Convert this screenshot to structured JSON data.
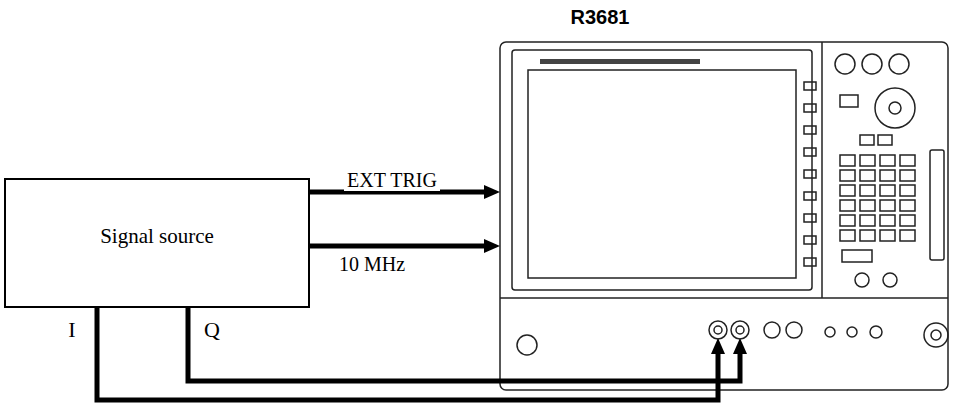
{
  "diagram": {
    "nodes": [
      {
        "text": [
          "Signal source"
        ]
      },
      {
        "text": [
          "R3681"
        ]
      }
    ],
    "edges": [
      {
        "from": 0,
        "to": 1,
        "label": "EXT TRIG",
        "arrow": "to"
      },
      {
        "from": 0,
        "to": 1,
        "label": "10 MHz",
        "arrow": "to"
      },
      {
        "from": 0,
        "to": 1,
        "label": "I",
        "arrow": "to"
      },
      {
        "from": 0,
        "to": 1,
        "label": "Q",
        "arrow": "to"
      }
    ]
  }
}
